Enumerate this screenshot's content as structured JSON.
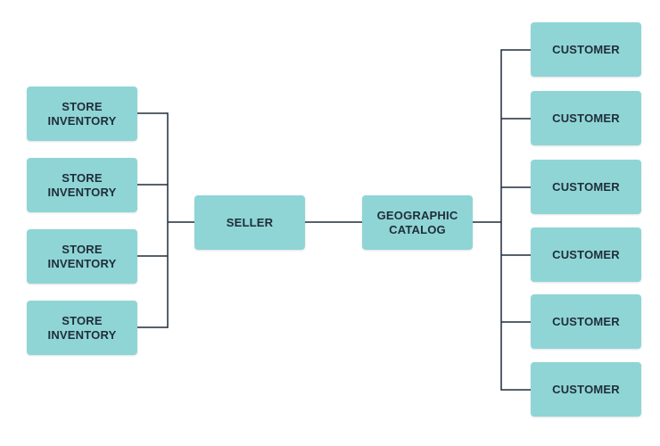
{
  "diagram": {
    "colors": {
      "node_fill": "#8fd5d5",
      "connector": "#1f2d3a",
      "text": "#1f2d3a"
    },
    "stores": [
      {
        "label": "STORE\nINVENTORY"
      },
      {
        "label": "STORE\nINVENTORY"
      },
      {
        "label": "STORE\nINVENTORY"
      },
      {
        "label": "STORE\nINVENTORY"
      }
    ],
    "seller": {
      "label": "SELLER"
    },
    "catalog": {
      "label": "GEOGRAPHIC\nCATALOG"
    },
    "customers": [
      {
        "label": "CUSTOMER"
      },
      {
        "label": "CUSTOMER"
      },
      {
        "label": "CUSTOMER"
      },
      {
        "label": "CUSTOMER"
      },
      {
        "label": "CUSTOMER"
      },
      {
        "label": "CUSTOMER"
      }
    ],
    "edges": [
      {
        "from": "store-0",
        "to": "seller"
      },
      {
        "from": "store-1",
        "to": "seller"
      },
      {
        "from": "store-2",
        "to": "seller"
      },
      {
        "from": "store-3",
        "to": "seller"
      },
      {
        "from": "seller",
        "to": "catalog"
      },
      {
        "from": "catalog",
        "to": "customer-0"
      },
      {
        "from": "catalog",
        "to": "customer-1"
      },
      {
        "from": "catalog",
        "to": "customer-2"
      },
      {
        "from": "catalog",
        "to": "customer-3"
      },
      {
        "from": "catalog",
        "to": "customer-4"
      },
      {
        "from": "catalog",
        "to": "customer-5"
      }
    ]
  }
}
